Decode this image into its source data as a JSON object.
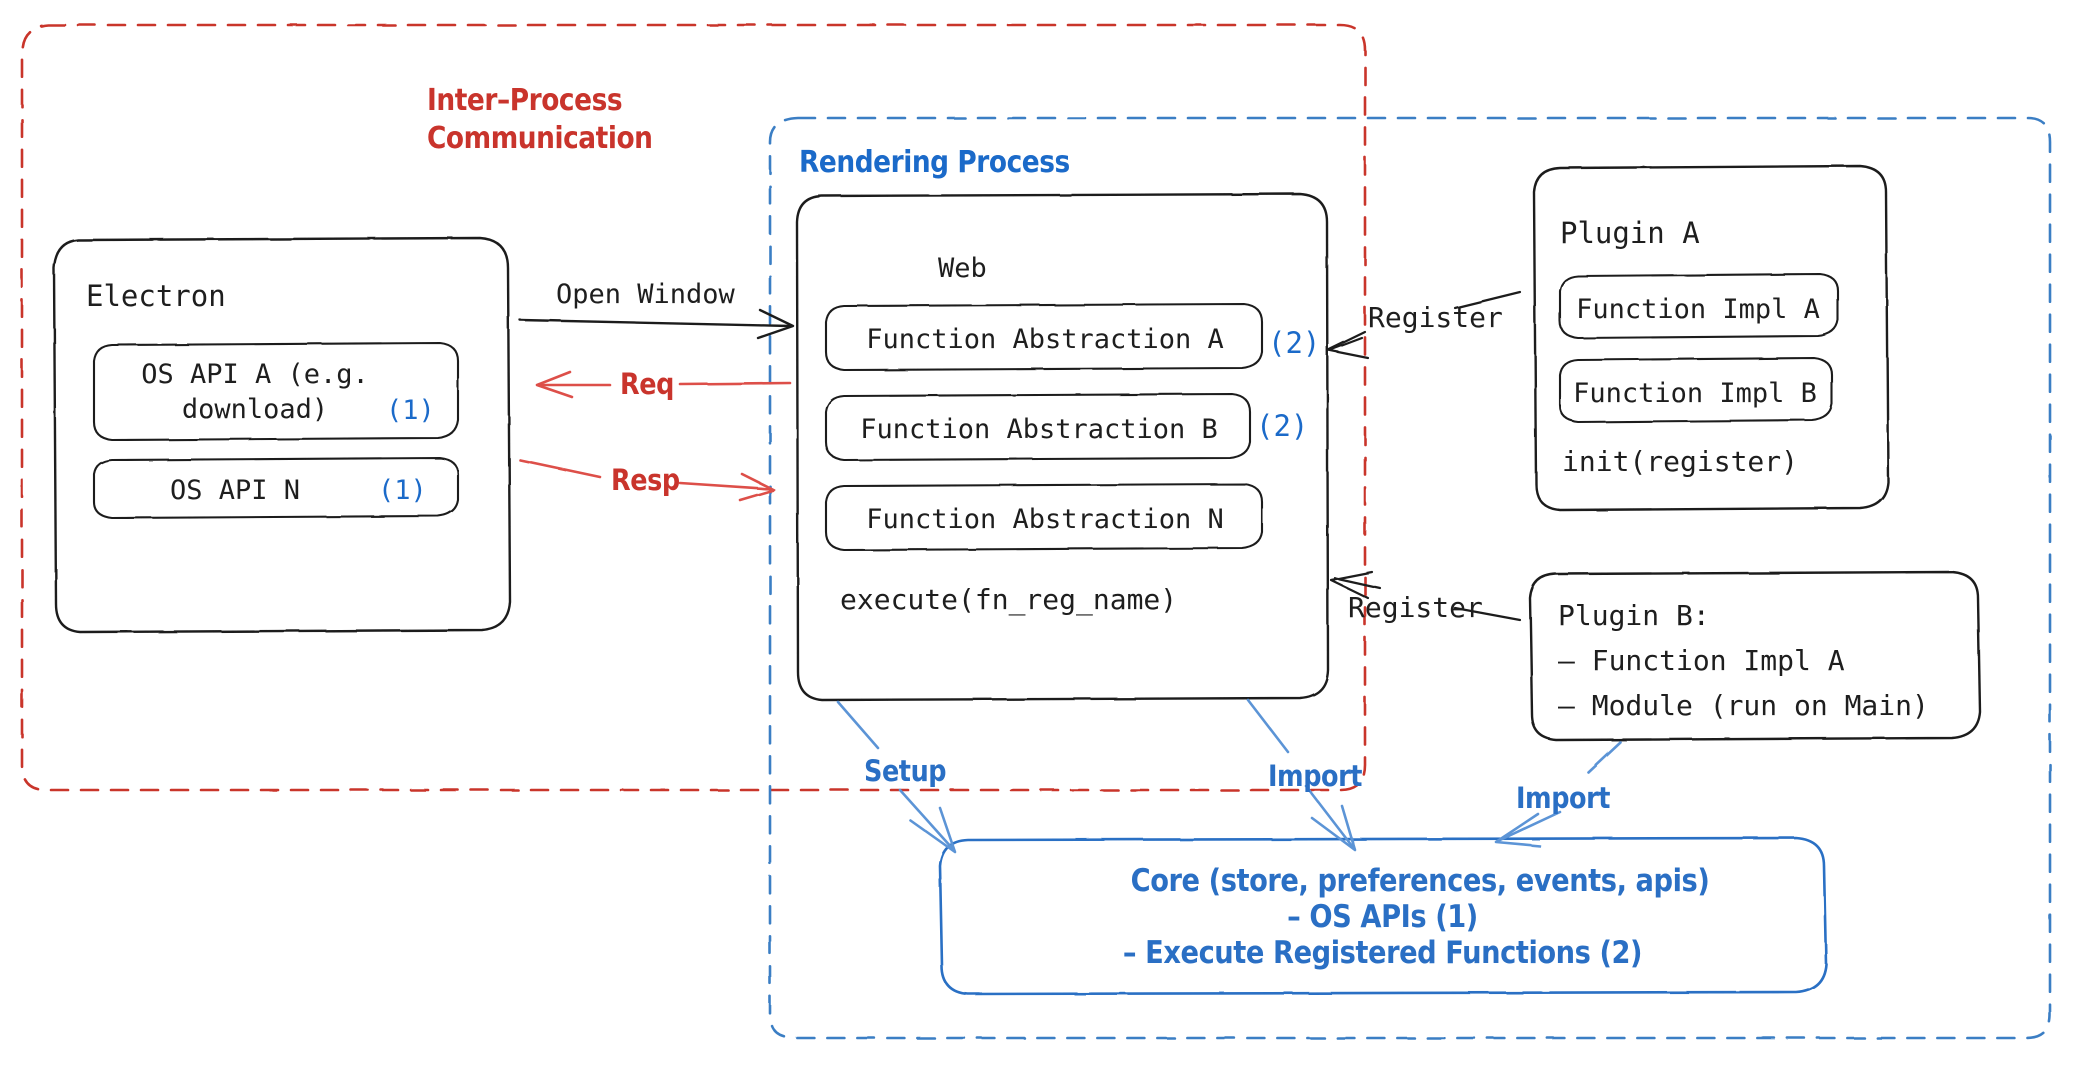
{
  "diagram": {
    "title_hidden": "Electron plugin architecture",
    "containers": {
      "ipc": {
        "label": "Inter–Process\nCommunication",
        "color": "#c9342c",
        "style": "dashed"
      },
      "rendering": {
        "label": "Rendering Process",
        "color": "#1b6ac9",
        "style": "dashed"
      }
    },
    "electron": {
      "title": "Electron",
      "apis": [
        {
          "label": "OS API A (e.g.\ndownload)",
          "tag": "(1)"
        },
        {
          "label": "OS API N",
          "tag": "(1)"
        }
      ]
    },
    "web": {
      "title": "Web",
      "abstractions": [
        {
          "label": "Function Abstraction A",
          "tag": "(2)"
        },
        {
          "label": "Function Abstraction B",
          "tag": "(2)"
        },
        {
          "label": "Function Abstraction N",
          "tag": ""
        }
      ],
      "footer": "execute(fn_reg_name)"
    },
    "plugin_a": {
      "title": "Plugin A",
      "items": [
        "Function Impl A",
        "Function Impl B"
      ],
      "footer": "init(register)"
    },
    "plugin_b": {
      "lines": [
        "Plugin B:",
        "– Function Impl A",
        "– Module (run on Main)"
      ]
    },
    "core": {
      "lines": [
        "Core (store, preferences, events, apis)",
        "– OS APIs (1)",
        "– Execute Registered Functions (2)"
      ],
      "color": "#2a6fc4"
    },
    "arrows": [
      {
        "name": "open-window",
        "label": "Open Window",
        "color": "#1e1e1e"
      },
      {
        "name": "req",
        "label": "Req",
        "color": "#c9342c"
      },
      {
        "name": "resp",
        "label": "Resp",
        "color": "#c9342c"
      },
      {
        "name": "register-plugin-a",
        "label": "Register",
        "color": "#1e1e1e"
      },
      {
        "name": "register-plugin-b",
        "label": "Register",
        "color": "#1e1e1e"
      },
      {
        "name": "setup",
        "label": "Setup",
        "color": "#2a6fc4"
      },
      {
        "name": "import-web",
        "label": "Import",
        "color": "#2a6fc4"
      },
      {
        "name": "import-plugin-b",
        "label": "Import",
        "color": "#2a6fc4"
      }
    ]
  }
}
